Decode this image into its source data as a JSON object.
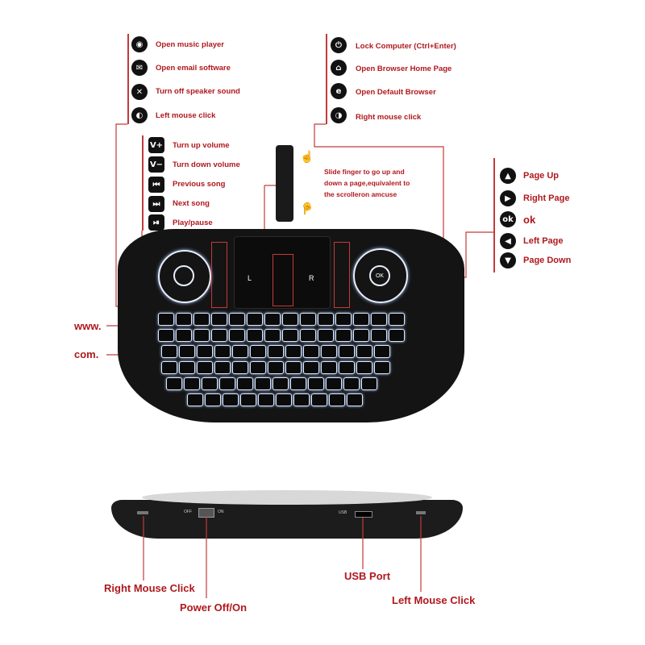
{
  "top_left_functions": [
    {
      "icon": "music-icon",
      "label": "Open music player"
    },
    {
      "icon": "email-icon",
      "label": "Open email software"
    },
    {
      "icon": "mute-icon",
      "label": "Turn off speaker sound"
    },
    {
      "icon": "left-click-icon",
      "label": "Left mouse click"
    }
  ],
  "media_functions": [
    {
      "icon_text": "V+",
      "label": "Turn up volume"
    },
    {
      "icon_text": "V−",
      "label": "Turn down volume"
    },
    {
      "icon_text": "⏮",
      "label": "Previous song"
    },
    {
      "icon_text": "⏭",
      "label": "Next song"
    },
    {
      "icon_text": "⏯",
      "label": "Play/pause"
    }
  ],
  "top_right_functions": [
    {
      "icon": "power-icon",
      "label": "Lock Computer  (Ctrl+Enter)"
    },
    {
      "icon": "home-icon",
      "label": "Open Browser Home Page"
    },
    {
      "icon": "browser-icon",
      "label": "Open Default Browser"
    },
    {
      "icon": "right-click-icon",
      "label": "Right mouse click"
    }
  ],
  "touchpad_note": "Slide finger to go up and down a page,equivalent to the scrolleron amcuse",
  "navigation_functions": [
    {
      "icon_text": "▲",
      "label": "Page Up"
    },
    {
      "icon_text": "▶",
      "label": "Right Page"
    },
    {
      "icon_text": "ok",
      "label": "ok"
    },
    {
      "icon_text": "◀",
      "label": "Left Page"
    },
    {
      "icon_text": "▼",
      "label": "Page Down"
    }
  ],
  "side_labels": {
    "www": "www.",
    "com": "com."
  },
  "bottom_labels": {
    "right_mouse_click": "Right Mouse Click",
    "power": "Power Off/On",
    "usb_port": "USB Port",
    "left_mouse_click": "Left Mouse Click"
  },
  "device_printed": {
    "off": "OFF",
    "on": "ON",
    "usb": "USB",
    "touch_l": "L",
    "touch_r": "R",
    "ok": "OK"
  }
}
